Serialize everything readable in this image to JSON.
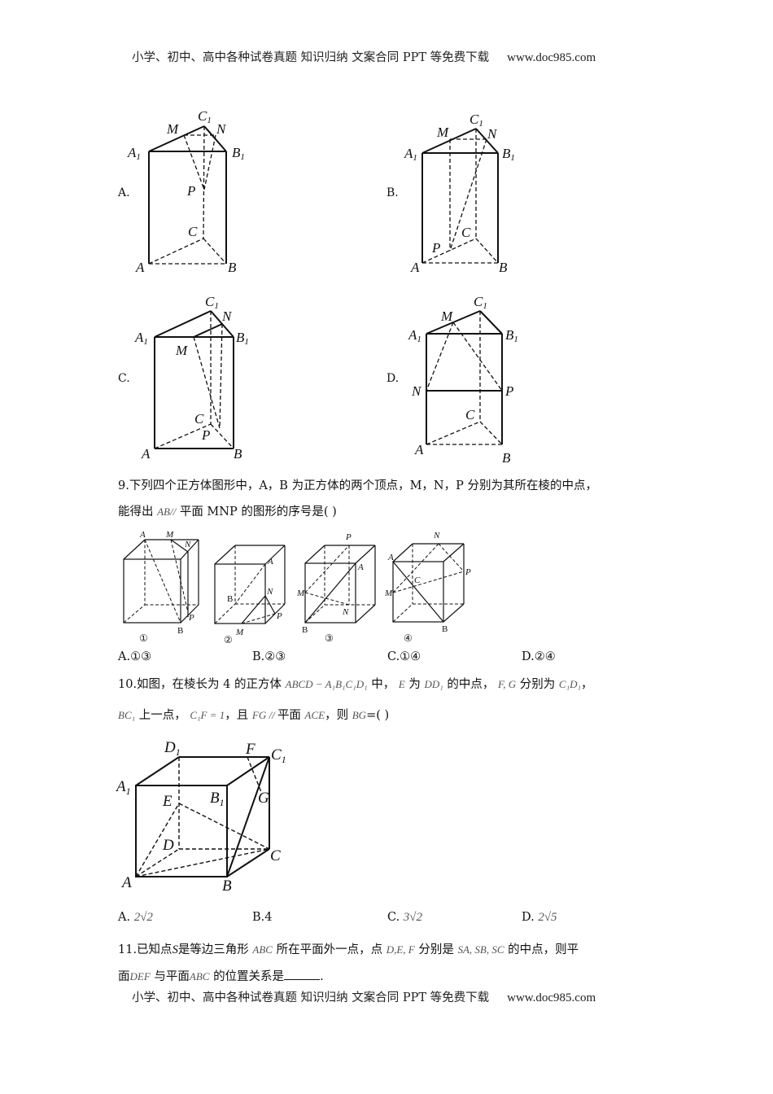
{
  "header": {
    "text": "小学、初中、高中各种试卷真题 知识归纳 文案合同 PPT 等免费下载",
    "site": "www.doc985.com"
  },
  "footer": {
    "text": "小学、初中、高中各种试卷真题 知识归纳 文案合同 PPT 等免费下载",
    "site": "www.doc985.com"
  },
  "q8_options": {
    "A": {
      "label": "A.",
      "vertices": [
        "A1",
        "B1",
        "C1",
        "A",
        "B",
        "C",
        "M",
        "N",
        "P"
      ]
    },
    "B": {
      "label": "B."
    },
    "C": {
      "label": "C."
    },
    "D": {
      "label": "D."
    }
  },
  "q9": {
    "line1": "9.下列四个正方体图形中，A，B 为正方体的两个顶点，M，N，P 分别为其所在棱的中点，",
    "line2_pre": "能得出",
    "line2_math": "AB//",
    "line2_post": "平面 MNP 的图形的序号是(   )",
    "figures": [
      "①",
      "②",
      "③",
      "④"
    ],
    "options": [
      {
        "label": "A.①③"
      },
      {
        "label": "B.②③"
      },
      {
        "label": "C.①④"
      },
      {
        "label": "D.②④"
      }
    ]
  },
  "q10": {
    "line1_pre": "10.如图，在棱长为 4 的正方体",
    "line1_math1": "ABCD − A₁B₁C₁D₁",
    "line1_mid1": "中，",
    "line1_math2": "E",
    "line1_mid2": "为",
    "line1_math3": "DD₁",
    "line1_mid3": "的中点，",
    "line1_math4": "F, G",
    "line1_mid4": "分别为",
    "line1_math5": "C₁D₁",
    "line1_end": "，",
    "line2_math1": "BC₁",
    "line2_mid1": "上一点，",
    "line2_math2": "C₁F = 1",
    "line2_mid2": "，且",
    "line2_math3": "FG // ",
    "line2_mid3": "平面",
    "line2_math4": "ACE",
    "line2_mid4": "，则",
    "line2_math5": "BG",
    "line2_end": "=(   )",
    "options": [
      {
        "prefix": "A. ",
        "value": "2√2"
      },
      {
        "prefix": "B.",
        "value": "4"
      },
      {
        "prefix": "C. ",
        "value": "3√2"
      },
      {
        "prefix": "D. ",
        "value": "2√5"
      }
    ]
  },
  "q11": {
    "line1_pre": "11.已知点",
    "line1_s": "S",
    "line1_mid1": "是等边三角形",
    "line1_math1": "ABC",
    "line1_mid2": "所在平面外一点，点",
    "line1_math2": "D,E, F",
    "line1_mid3": "分别是",
    "line1_math3": "SA, SB, SC",
    "line1_end": "的中点，则平",
    "line2_pre": "面",
    "line2_math1": "DEF",
    "line2_mid": "与平面",
    "line2_math2": "ABC",
    "line2_end": "的位置关系是",
    "line2_tail": "."
  }
}
